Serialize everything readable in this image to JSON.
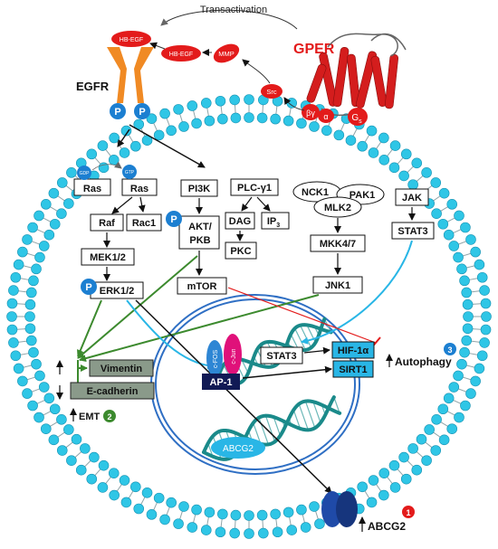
{
  "top": {
    "transactivation": "Transactivation",
    "gper": "GPER",
    "egfr": "EGFR",
    "hb_egf": "HB-EGF",
    "mmp": "MMP",
    "src": "Src",
    "beta_gamma": "βγ",
    "alpha": "α",
    "gs": "G",
    "gs_sub": "s",
    "phospho": "P"
  },
  "ras": {
    "gdp": "GDP",
    "gtp": "GTP",
    "ras1": "Ras",
    "ras2": "Ras"
  },
  "mapk": {
    "raf": "Raf",
    "rac1": "Rac1",
    "mek": "MEK1/2",
    "erk": "ERK1/2"
  },
  "pi3k": {
    "pi3k": "PI3K",
    "akt1": "AKT/",
    "akt2": "PKB",
    "mtor": "mTOR"
  },
  "plc": {
    "plc": "PLC-γ1",
    "dag": "DAG",
    "ip": "IP",
    "ip_sub": "3",
    "pkc": "PKC"
  },
  "jnk": {
    "nck1": "NCK1",
    "pak1": "PAK1",
    "mlk2": "MLK2",
    "mkk": "MKK4/7",
    "jnk1": "JNK1"
  },
  "jak": {
    "jak": "JAK",
    "stat3": "STAT3"
  },
  "emt": {
    "vimentin": "Vimentin",
    "ecadherin": "E-cadherin",
    "label": "EMT",
    "badge": "2"
  },
  "nucleus": {
    "cfos": "c-FOS",
    "cjun": "c-Jun",
    "ap1": "AP-1",
    "stat3": "STAT3",
    "hif": "HIF-1α",
    "sirt": "SIRT1",
    "abcg2": "ABCG2"
  },
  "autophagy": {
    "label": "Autophagy",
    "badge": "3"
  },
  "abcg2": {
    "label": "ABCG2",
    "badge": "1"
  },
  "colors": {
    "membrane": "#2fc6e6",
    "red": "#e31b1b",
    "blue_p": "#1c7fd1",
    "navy": "#1a2a66",
    "teal": "#1a8a8a",
    "green": "#3c8a2e",
    "cyan_box": "#29b6e6"
  }
}
